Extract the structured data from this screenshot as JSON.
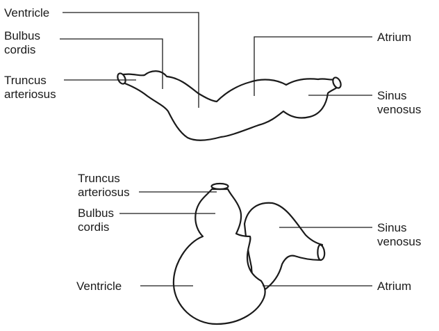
{
  "top_diagram": {
    "ventricle": "Ventricle",
    "bulbus_line1": "Bulbus",
    "bulbus_line2": "cordis",
    "truncus_line1": "Truncus",
    "truncus_line2": "arteriosus",
    "atrium": "Atrium",
    "sinus_line1": "Sinus",
    "sinus_line2": "venosus"
  },
  "bottom_diagram": {
    "truncus_line1": "Truncus",
    "truncus_line2": "arteriosus",
    "bulbus_line1": "Bulbus",
    "bulbus_line2": "cordis",
    "ventricle": "Ventricle",
    "sinus_line1": "Sinus",
    "sinus_line2": "venosus",
    "atrium": "Atrium"
  }
}
